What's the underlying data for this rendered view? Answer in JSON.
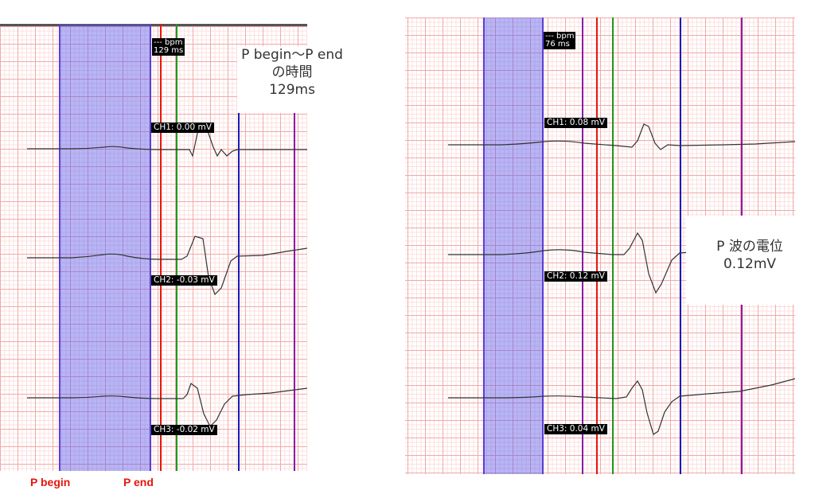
{
  "left_panel": {
    "readout_bpm": "--- bpm",
    "readout_ms": "129 ms",
    "channels": [
      {
        "label": "CH1: 0.00 mV"
      },
      {
        "label": "CH2: -0.03 mV"
      },
      {
        "label": "CH3: -0.02 mV"
      }
    ],
    "annotation": [
      "P begin～P end",
      "の時間",
      "129ms"
    ],
    "markers": {
      "begin": "P begin",
      "end": "P end"
    }
  },
  "right_panel": {
    "readout_bpm": "--- bpm",
    "readout_ms": "76 ms",
    "channels": [
      {
        "label": "CH1: 0.08 mV"
      },
      {
        "label": "CH2: 0.12 mV"
      },
      {
        "label": "CH3: 0.04 mV"
      }
    ],
    "annotation": [
      "P 波の電位",
      "0.12mV"
    ]
  },
  "colors": {
    "region_fill": "#5050eb",
    "cursor_red": "#e8160c",
    "cursor_green": "#1a9a1a",
    "cursor_blue": "#1a1ab8",
    "cursor_purple": "#8a1aa8",
    "marker_label": "#e8160c"
  }
}
